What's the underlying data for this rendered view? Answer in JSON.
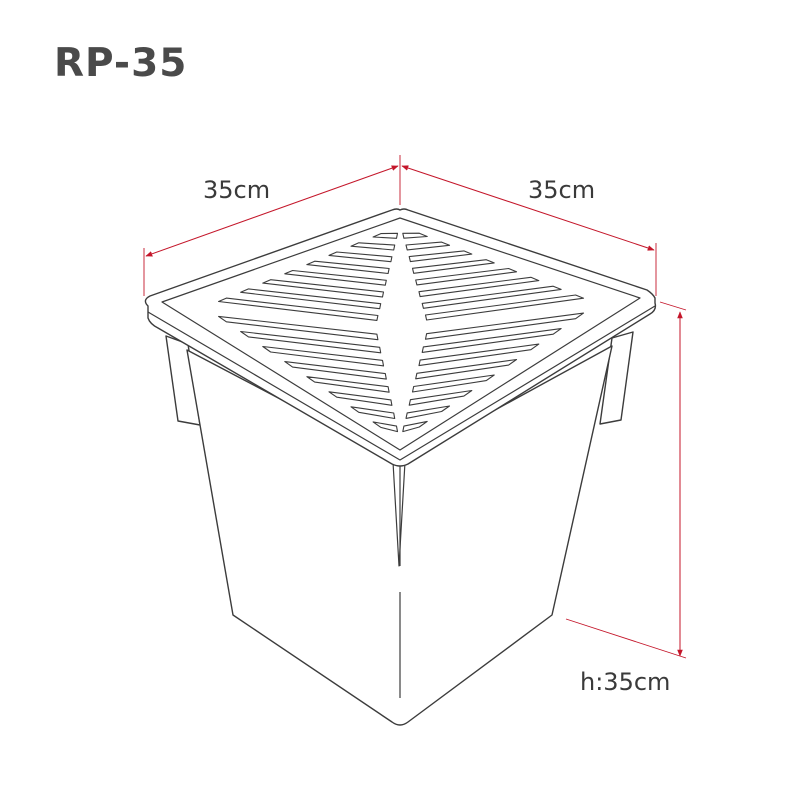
{
  "product": {
    "model": "RP-35"
  },
  "dimensions": {
    "width_label": "35cm",
    "depth_label": "35cm",
    "height_label": "h:35cm"
  },
  "colors": {
    "dimension_line": "#c4162a",
    "outline": "#3c3c3c",
    "title": "#4a4a4a"
  }
}
